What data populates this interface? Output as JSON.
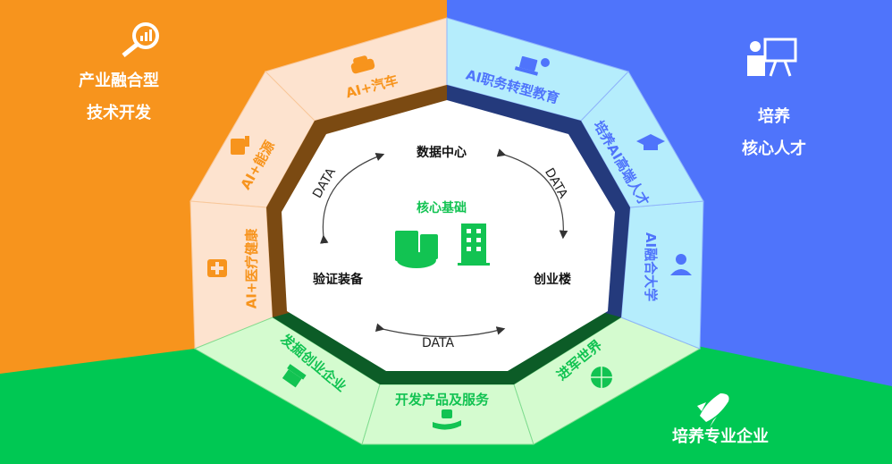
{
  "colors": {
    "orange": "#f7941d",
    "blue": "#4f74fb",
    "green": "#00c853",
    "peach": "#fde3cf",
    "cyan": "#b5edfc",
    "mint": "#d4fbcf",
    "brown": "#7b4a12",
    "navy": "#243a7c",
    "darkgreen": "#0c5c27"
  },
  "corners": {
    "top_left": {
      "line1": "产业融合型",
      "line2": "技术开发",
      "icon": "magnifier-chart-icon"
    },
    "top_right": {
      "line1": "培养",
      "line2": "核心人才",
      "icon": "presenter-board-icon"
    },
    "bottom_right": {
      "line1": "培养专业企业",
      "icon": "rocket-icon"
    }
  },
  "segments": [
    {
      "label": "AI+汽车",
      "icon": "car-icon"
    },
    {
      "label": "AI+能源",
      "icon": "fuel-station-icon"
    },
    {
      "label": "AI+医疗健康",
      "icon": "medical-kit-icon"
    },
    {
      "label": "发掘创业企业",
      "icon": "gift-icon"
    },
    {
      "label": "开发产品及服务",
      "icon": "hand-product-icon"
    },
    {
      "label": "进军世界",
      "icon": "globe-icon"
    },
    {
      "label": "AI融合大学",
      "icon": "person-icon"
    },
    {
      "label": "培养AI高端人才",
      "icon": "graduation-cap-icon"
    },
    {
      "label": "AI职务转型教育",
      "icon": "laptop-icon"
    }
  ],
  "core": {
    "title": "核心基础",
    "nodes": [
      "数据中心",
      "验证装备",
      "创业楼"
    ],
    "flow_label": "DATA"
  }
}
